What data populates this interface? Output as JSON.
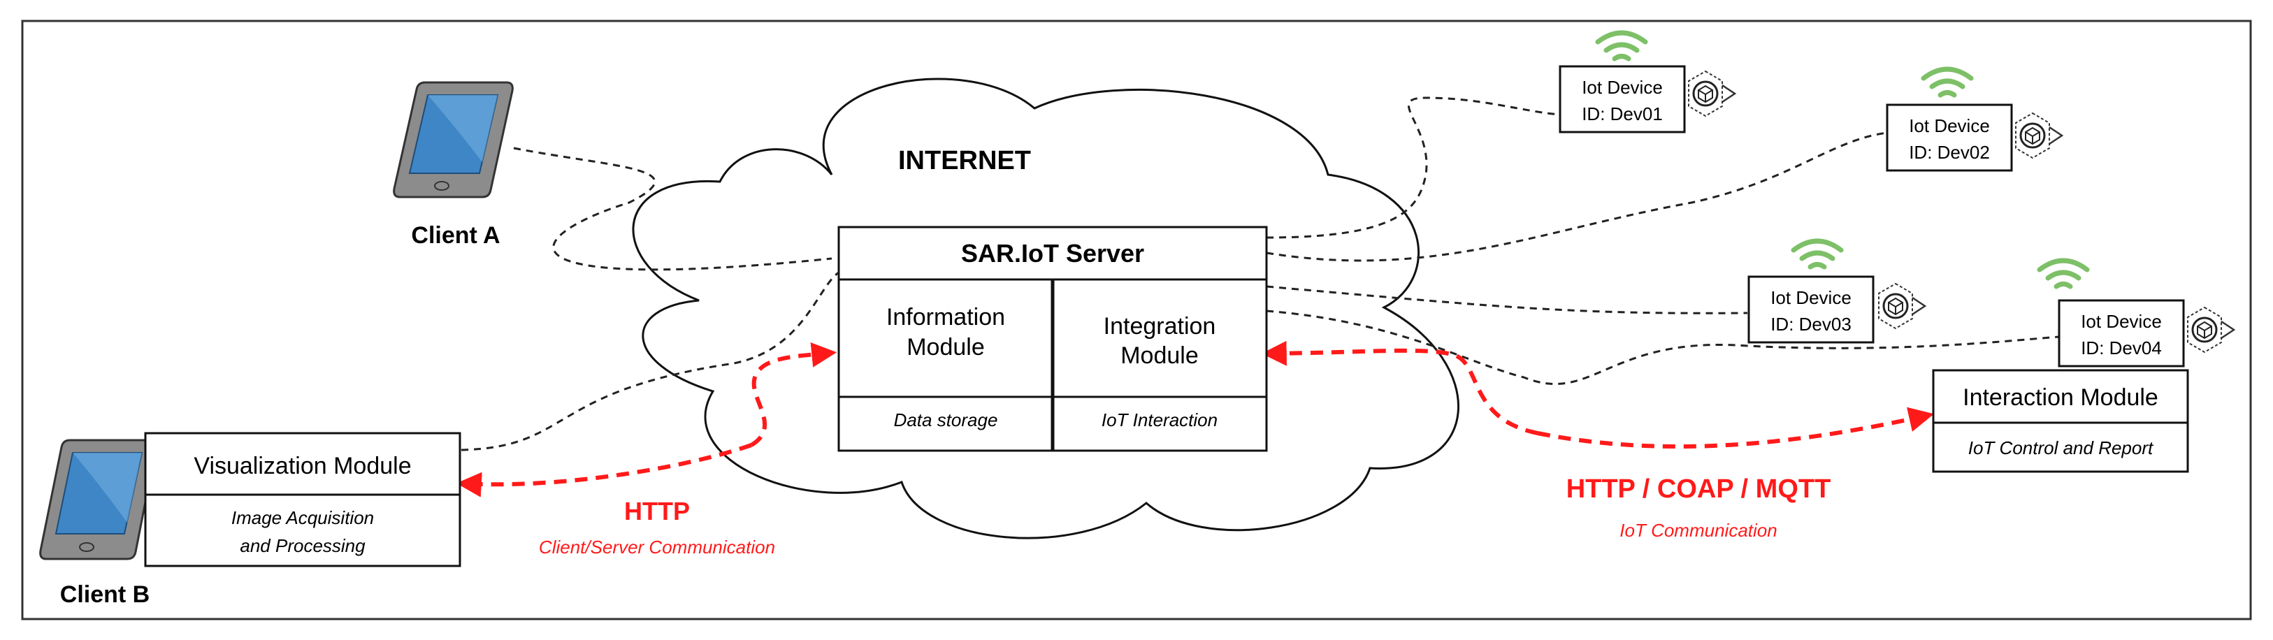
{
  "diagram": {
    "cloud_label": "INTERNET",
    "server": {
      "title": "SAR.IoT Server",
      "information_module": {
        "line1": "Information",
        "line2": "Module",
        "sub": "Data storage"
      },
      "integration_module": {
        "line1": "Integration",
        "line2": "Module",
        "sub": "IoT Interaction"
      }
    },
    "client_a": {
      "label": "Client A"
    },
    "client_b": {
      "label": "Client B"
    },
    "visualization_module": {
      "title": "Visualization Module",
      "sub1": "Image Acquisition",
      "sub2": "and Processing"
    },
    "interaction_module": {
      "title": "Interaction Module",
      "sub": "IoT Control and Report"
    },
    "http_link": {
      "label": "HTTP",
      "sub": "Client/Server Communication"
    },
    "iot_link": {
      "label": "HTTP / COAP / MQTT",
      "sub": "IoT Communication"
    },
    "devices": [
      {
        "name": "Iot Device",
        "id": "ID: Dev01"
      },
      {
        "name": "Iot Device",
        "id": "ID: Dev02"
      },
      {
        "name": "Iot Device",
        "id": "ID: Dev03"
      },
      {
        "name": "Iot Device",
        "id": "ID: Dev04"
      }
    ],
    "colors": {
      "protocol_red": "#ff1a1a",
      "wifi_green": "#7dc067",
      "tablet_blue": "#3f86c6",
      "tablet_gray": "#8c8c8c"
    }
  }
}
